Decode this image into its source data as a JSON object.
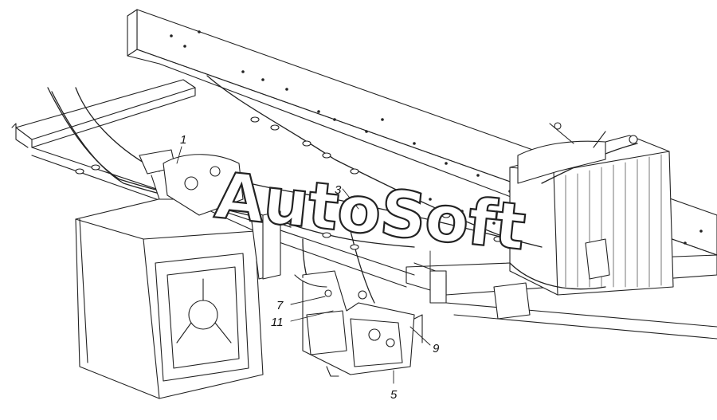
{
  "watermark": {
    "text": "AutoSoft"
  },
  "callouts": [
    {
      "id": "1",
      "label": "1"
    },
    {
      "id": "3",
      "label": "3"
    },
    {
      "id": "7",
      "label": "7"
    },
    {
      "id": "11",
      "label": "11"
    },
    {
      "id": "9",
      "label": "9"
    },
    {
      "id": "5",
      "label": "5"
    }
  ],
  "colors": {
    "line": "#222222",
    "paper": "#ffffff",
    "hatch": "#555555"
  }
}
